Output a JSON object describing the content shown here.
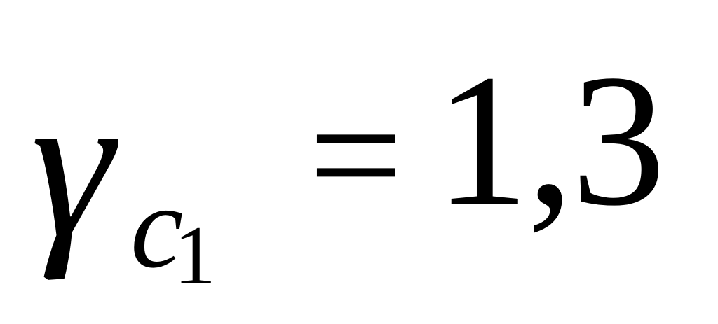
{
  "formula": {
    "symbol": "γ",
    "subscript_letter": "c",
    "subscript_index": "1",
    "operator": "=",
    "value": "1,3"
  }
}
